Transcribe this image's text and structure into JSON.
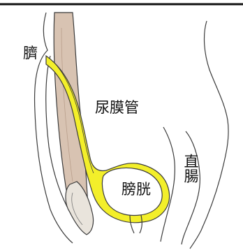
{
  "labels": {
    "navel": "臍",
    "urachus": "尿膜管",
    "bladder": "膀胱",
    "rectum": "直腸"
  },
  "colors": {
    "top_rule": "#111111",
    "outline": "#3a3a3a",
    "urachus_fill": "#f3ef2a",
    "muscle_fill": "#d8c3b2",
    "pubic_bone_fill": "#e9e4dc"
  }
}
